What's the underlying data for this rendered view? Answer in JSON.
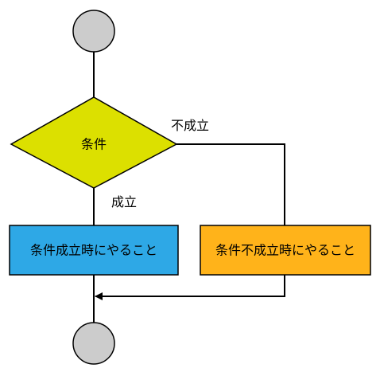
{
  "flowchart": {
    "decision": {
      "label": "条件",
      "fill": "#dce000"
    },
    "true_branch": {
      "label": "成立",
      "action": "条件成立時にやること",
      "fill": "#2ea8e6"
    },
    "false_branch": {
      "label": "不成立",
      "action": "条件不成立時にやること",
      "fill": "#ffb31a"
    },
    "terminal_fill": "#cccccc",
    "stroke": "#000000"
  }
}
